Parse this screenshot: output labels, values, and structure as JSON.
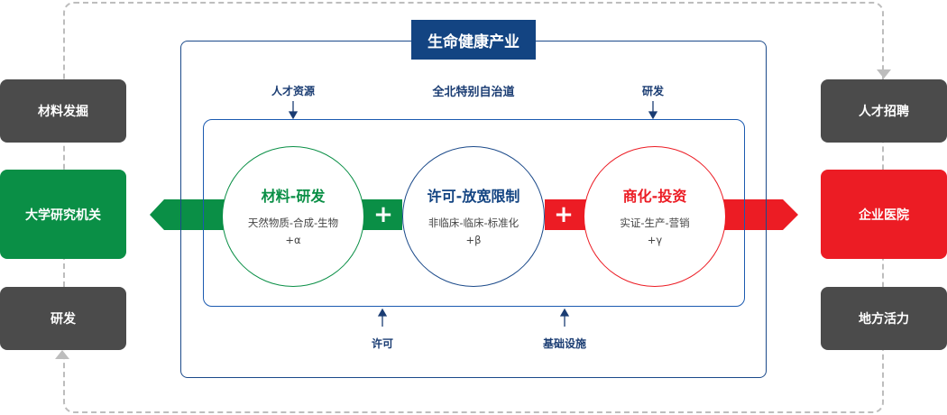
{
  "title": "生命健康产业",
  "region": "全北特别自治道",
  "top_inputs": [
    "人才资源",
    "研发"
  ],
  "bottom_inputs": [
    "许可",
    "基础设施"
  ],
  "left": [
    "材料发掘",
    "大学研究机关",
    "研发"
  ],
  "right": [
    "人才招聘",
    "企业医院",
    "地方活力"
  ],
  "stages": [
    {
      "title": "材料-研发",
      "sub": "天然物质-合成-生物",
      "greek": "+α"
    },
    {
      "title": "许可-放宽限制",
      "sub": "非临床-临床-标准化",
      "greek": "+β"
    },
    {
      "title": "商化-投资",
      "sub": "实证-生产-营销",
      "greek": "+γ"
    }
  ],
  "plus": "+",
  "colors": {
    "green": "#0a8f46",
    "navy": "#134482",
    "red": "#ec1c24",
    "gray": "#4b4b4b"
  }
}
